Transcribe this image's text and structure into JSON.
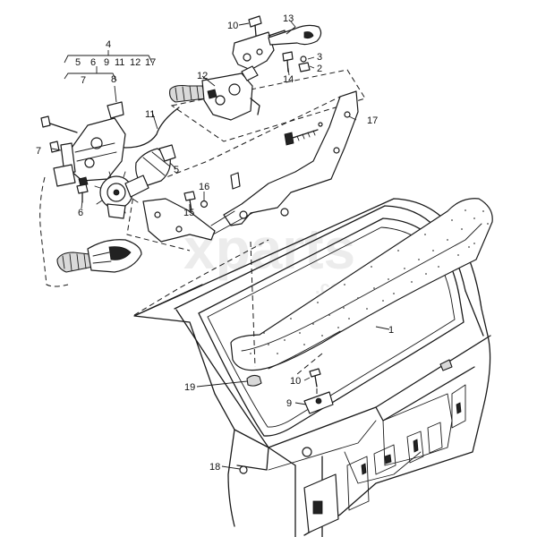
{
  "watermark": {
    "brand": "xparts",
    "suffix": ".com"
  },
  "callouts": {
    "c1": "1",
    "c2": "2",
    "c3": "3",
    "c4": "4",
    "c5": "5",
    "c6": "6",
    "c7": "7",
    "c8": "8",
    "c9": "9",
    "c10": "10",
    "c11": "11",
    "c12": "12",
    "c13": "13",
    "c14": "14",
    "c15": "15",
    "c16": "16",
    "c17": "17",
    "c18": "18",
    "c19": "19"
  },
  "group_4": {
    "items": [
      "5",
      "6",
      "9",
      "11",
      "12",
      "17"
    ]
  },
  "group_7": {
    "items": [
      "7",
      "8"
    ]
  }
}
